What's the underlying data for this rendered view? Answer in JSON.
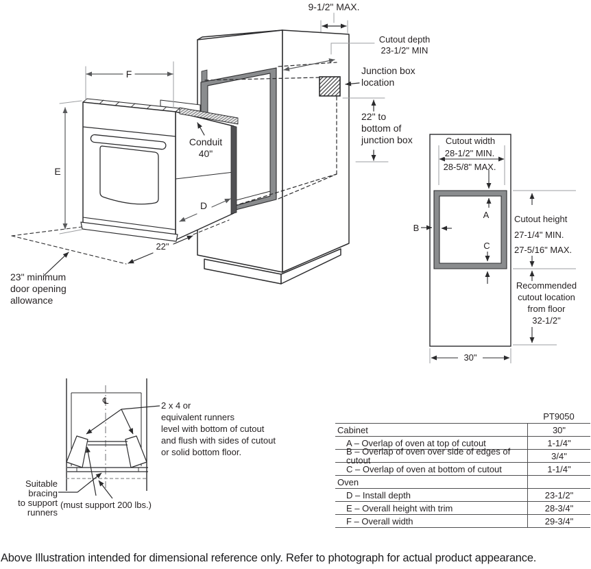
{
  "colors": {
    "line": "#2b2b2d",
    "dimension": "#58595b",
    "light_gray": "#9b9da0",
    "gasket_gray": "#8a8c8e",
    "table_border": "#4d4d4f"
  },
  "iso_view": {
    "dim_max": "9-1/2\" MAX.",
    "cutout_depth": [
      "Cutout depth",
      "23-1/2\" MIN"
    ],
    "junction_box": [
      "Junction box",
      "location"
    ],
    "junction_dim": [
      "22\" to",
      "bottom of",
      "junction box"
    ],
    "conduit": [
      "Conduit",
      "40\""
    ],
    "dim_f": "F",
    "dim_e": "E",
    "dim_d": "D",
    "dim_22": "22\"",
    "door_allowance": [
      "23\" minimum",
      "door opening",
      "allowance"
    ]
  },
  "front_view": {
    "cutout_width": [
      "Cutout width",
      "28-1/2\" MIN.",
      "28-5/8\" MAX."
    ],
    "dim_a": "A",
    "dim_b": "B",
    "dim_c": "C",
    "cutout_height": [
      "Cutout height",
      "27-1/4\" MIN.",
      "27-5/16\" MAX."
    ],
    "recommended": [
      "Recommended",
      "cutout location",
      "from floor",
      "32-1/2\""
    ],
    "dim_30": "30\""
  },
  "runner_view": {
    "centerline": "℄",
    "note": [
      "2 x 4 or",
      "equivalent runners",
      "level with bottom of cutout",
      "and flush with sides of cutout",
      "or solid bottom floor."
    ],
    "bracing": [
      "Suitable",
      "bracing",
      "to support",
      "runners"
    ],
    "must_support": "(must support 200 lbs.)"
  },
  "spec_table": {
    "model": "PT9050",
    "rows": [
      {
        "label": "Cabinet",
        "value": "30\""
      },
      {
        "label": "A – Overlap of oven at top of cutout",
        "value": "1-1/4\""
      },
      {
        "label": "B – Overlap of oven over side of edges of cutout",
        "value": "3/4\""
      },
      {
        "label": "C – Overlap of oven at bottom of cutout",
        "value": "1-1/4\""
      },
      {
        "label": "Oven",
        "value": ""
      },
      {
        "label": "D – Install depth",
        "value": "23-1/2\""
      },
      {
        "label": "E – Overall height with trim",
        "value": "28-3/4\""
      },
      {
        "label": "F – Overall width",
        "value": "29-3/4\""
      }
    ]
  },
  "footer": "Above Illustration intended for dimensional reference only. Refer to photograph for actual product appearance."
}
